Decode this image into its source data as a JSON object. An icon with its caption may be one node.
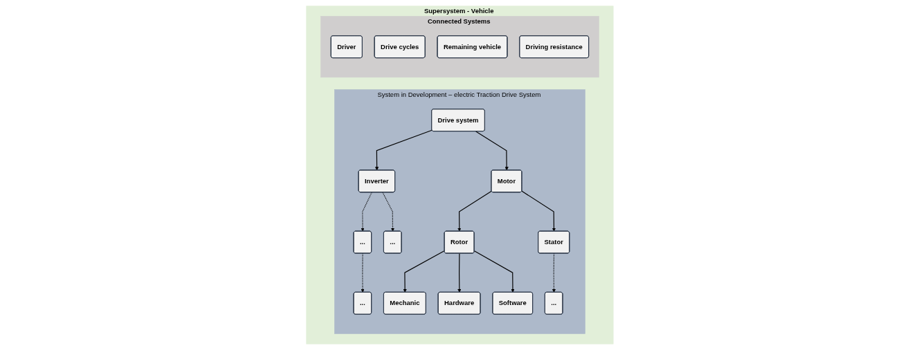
{
  "diagram": {
    "nodes": [
      {
        "text": [
          "Supersystem - Vehicle"
        ]
      },
      {
        "text": [
          "System in Development – electric Traction Drive System"
        ],
        "in": 0
      },
      {
        "text": [
          "Drive system"
        ],
        "in": 1
      },
      {
        "text": [
          "Inverter"
        ],
        "in": 1
      },
      {
        "text": [
          "Motor"
        ],
        "in": 1
      },
      {
        "text": [
          "..."
        ],
        "in": 1
      },
      {
        "text": [
          "..."
        ],
        "in": 1
      },
      {
        "text": [
          "Rotor"
        ],
        "in": 1
      },
      {
        "text": [
          "Stator"
        ],
        "in": 1
      },
      {
        "text": [
          "..."
        ],
        "in": 1
      },
      {
        "text": [
          "Mechanic"
        ],
        "in": 1
      },
      {
        "text": [
          "Hardware"
        ],
        "in": 1
      },
      {
        "text": [
          "Software"
        ],
        "in": 1
      },
      {
        "text": [
          "..."
        ],
        "in": 1
      },
      {
        "text": [
          "Connected Systems"
        ],
        "in": 0
      },
      {
        "text": [
          "Driver"
        ],
        "in": 14
      },
      {
        "text": [
          "Drive cycles"
        ],
        "in": 14
      },
      {
        "text": [
          "Remaining vehicle"
        ],
        "in": 14
      },
      {
        "text": [
          "Driving resistance"
        ],
        "in": 14
      }
    ],
    "edges": [
      {
        "from": 2,
        "to": 3,
        "arrow": "to"
      },
      {
        "from": 2,
        "to": 4,
        "arrow": "to"
      },
      {
        "from": 3,
        "to": 5,
        "arrow": "to",
        "style": "dashed"
      },
      {
        "from": 3,
        "to": 6,
        "arrow": "to",
        "style": "dashed"
      },
      {
        "from": 4,
        "to": 7,
        "arrow": "to"
      },
      {
        "from": 4,
        "to": 8,
        "arrow": "to"
      },
      {
        "from": 5,
        "to": 9,
        "arrow": "to",
        "style": "dashed"
      },
      {
        "from": 7,
        "to": 10,
        "arrow": "to"
      },
      {
        "from": 7,
        "to": 11,
        "arrow": "to"
      },
      {
        "from": 7,
        "to": 12,
        "arrow": "to"
      },
      {
        "from": 8,
        "to": 13,
        "arrow": "to",
        "style": "dashed"
      }
    ]
  }
}
